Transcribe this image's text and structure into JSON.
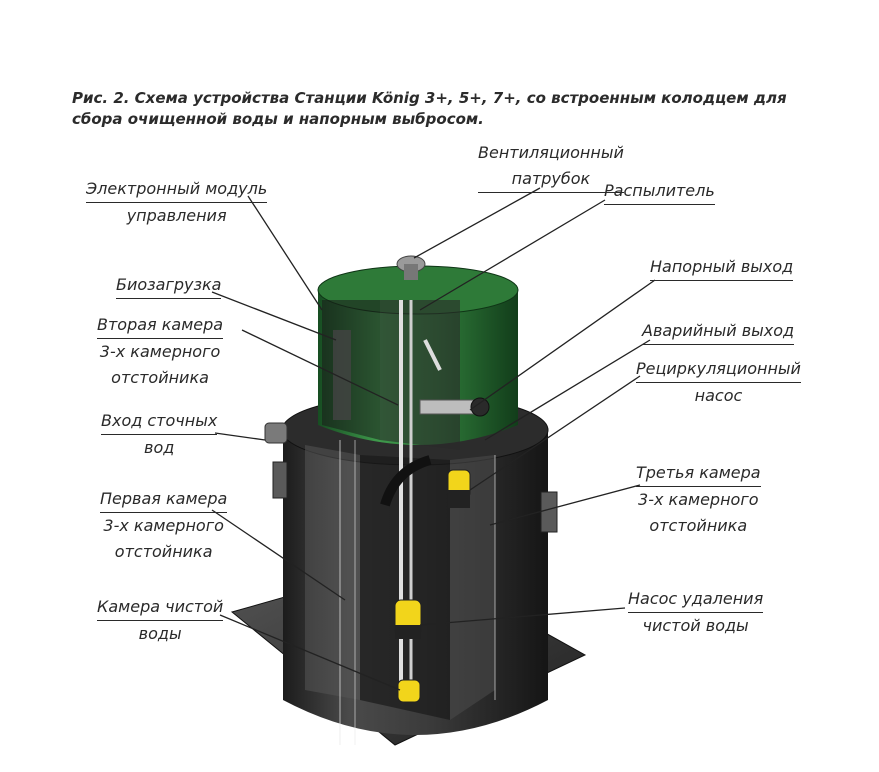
{
  "caption": "Рис. 2. Схема устройства Станции König 3+, 5+, 7+, со встроенным колодцем для сбора очищенной воды и напорным выбросом.",
  "labels": {
    "vent": [
      "Вентиляционный",
      "патрубок"
    ],
    "sprayer": [
      "Распылитель"
    ],
    "module": [
      "Электронный модуль",
      "управления"
    ],
    "bioload": [
      "Биозагрузка"
    ],
    "second_chamber": [
      "Вторая камера",
      "3-х камерного",
      "отстойника"
    ],
    "pressure_outlet": [
      "Напорный выход"
    ],
    "emergency_outlet": [
      "Аварийный выход"
    ],
    "recirc_pump": [
      "Рециркуляционный",
      "насос"
    ],
    "inlet": [
      "Вход сточных",
      "вод"
    ],
    "third_chamber": [
      "Третья камера",
      "3-х камерного",
      "отстойника"
    ],
    "first_chamber": [
      "Первая камера",
      "3-х камерного",
      "отстойника"
    ],
    "clean_chamber": [
      "Камера чистой",
      "воды"
    ],
    "clean_pump": [
      "Насос удаления",
      "чистой воды"
    ]
  },
  "colors": {
    "tank_green": "#2f7a3a",
    "tank_body": "#2b2b2b",
    "pump_yellow": "#f2d51b",
    "base": "#3a3a3a"
  }
}
